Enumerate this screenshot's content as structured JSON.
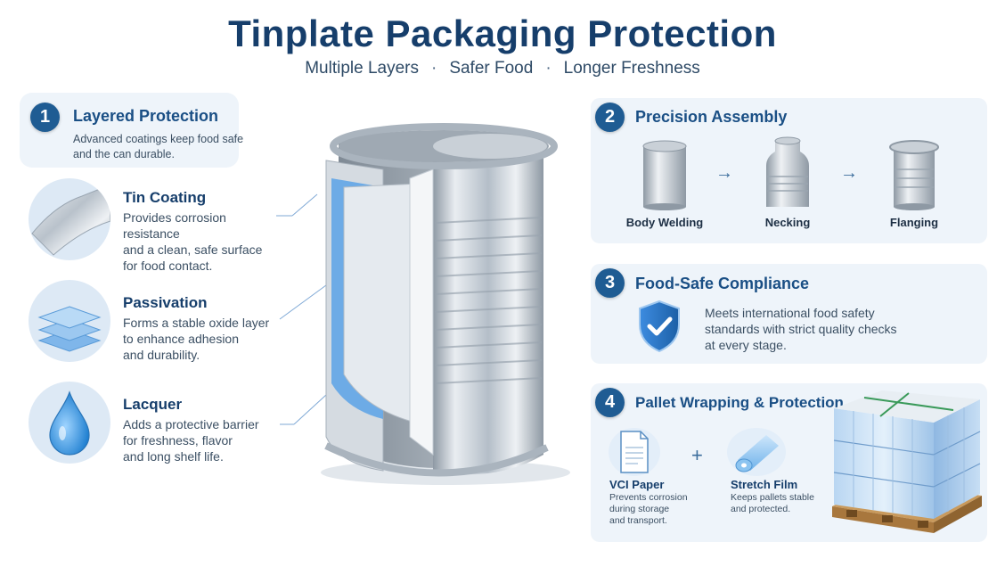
{
  "header": {
    "title": "Tinplate Packaging Protection",
    "subtitle_items": [
      "Multiple Layers",
      "Safer Food",
      "Longer Freshness"
    ]
  },
  "left": {
    "badge": "1",
    "title": "Layered Protection",
    "desc_line1": "Advanced coatings keep food safe",
    "desc_line2": "and the can durable.",
    "layers": [
      {
        "title": "Tin Coating",
        "lines": [
          "Provides corrosion resistance",
          "and a clean, safe surface",
          "for food contact."
        ],
        "icon": "metal-sheet-icon"
      },
      {
        "title": "Passivation",
        "lines": [
          "Forms a stable oxide layer",
          "to enhance adhesion",
          "and durability."
        ],
        "icon": "stacked-layers-icon"
      },
      {
        "title": "Lacquer",
        "lines": [
          "Adds a protective barrier",
          "for freshness, flavor",
          "and long shelf life."
        ],
        "icon": "water-drop-icon"
      }
    ]
  },
  "assembly": {
    "badge": "2",
    "title": "Precision Assembly",
    "steps": [
      "Body Welding",
      "Necking",
      "Flanging"
    ],
    "arrow": "→"
  },
  "compliance": {
    "badge": "3",
    "title": "Food-Safe Compliance",
    "lines": [
      "Meets international food safety",
      "standards with strict quality checks",
      "at every stage."
    ],
    "icon": "shield-check-icon"
  },
  "pallet": {
    "badge": "4",
    "title": "Pallet Wrapping & Protection",
    "plus": "+",
    "items": [
      {
        "title": "VCI Paper",
        "lines": [
          "Prevents corrosion",
          "during storage",
          "and transport."
        ],
        "icon": "document-icon"
      },
      {
        "title": "Stretch Film",
        "lines": [
          "Keeps pallets stable",
          "and protected."
        ],
        "icon": "film-roll-icon"
      }
    ]
  },
  "colors": {
    "accent": "#1f5c93",
    "panel": "#eef4fa",
    "title": "#163e6b"
  }
}
